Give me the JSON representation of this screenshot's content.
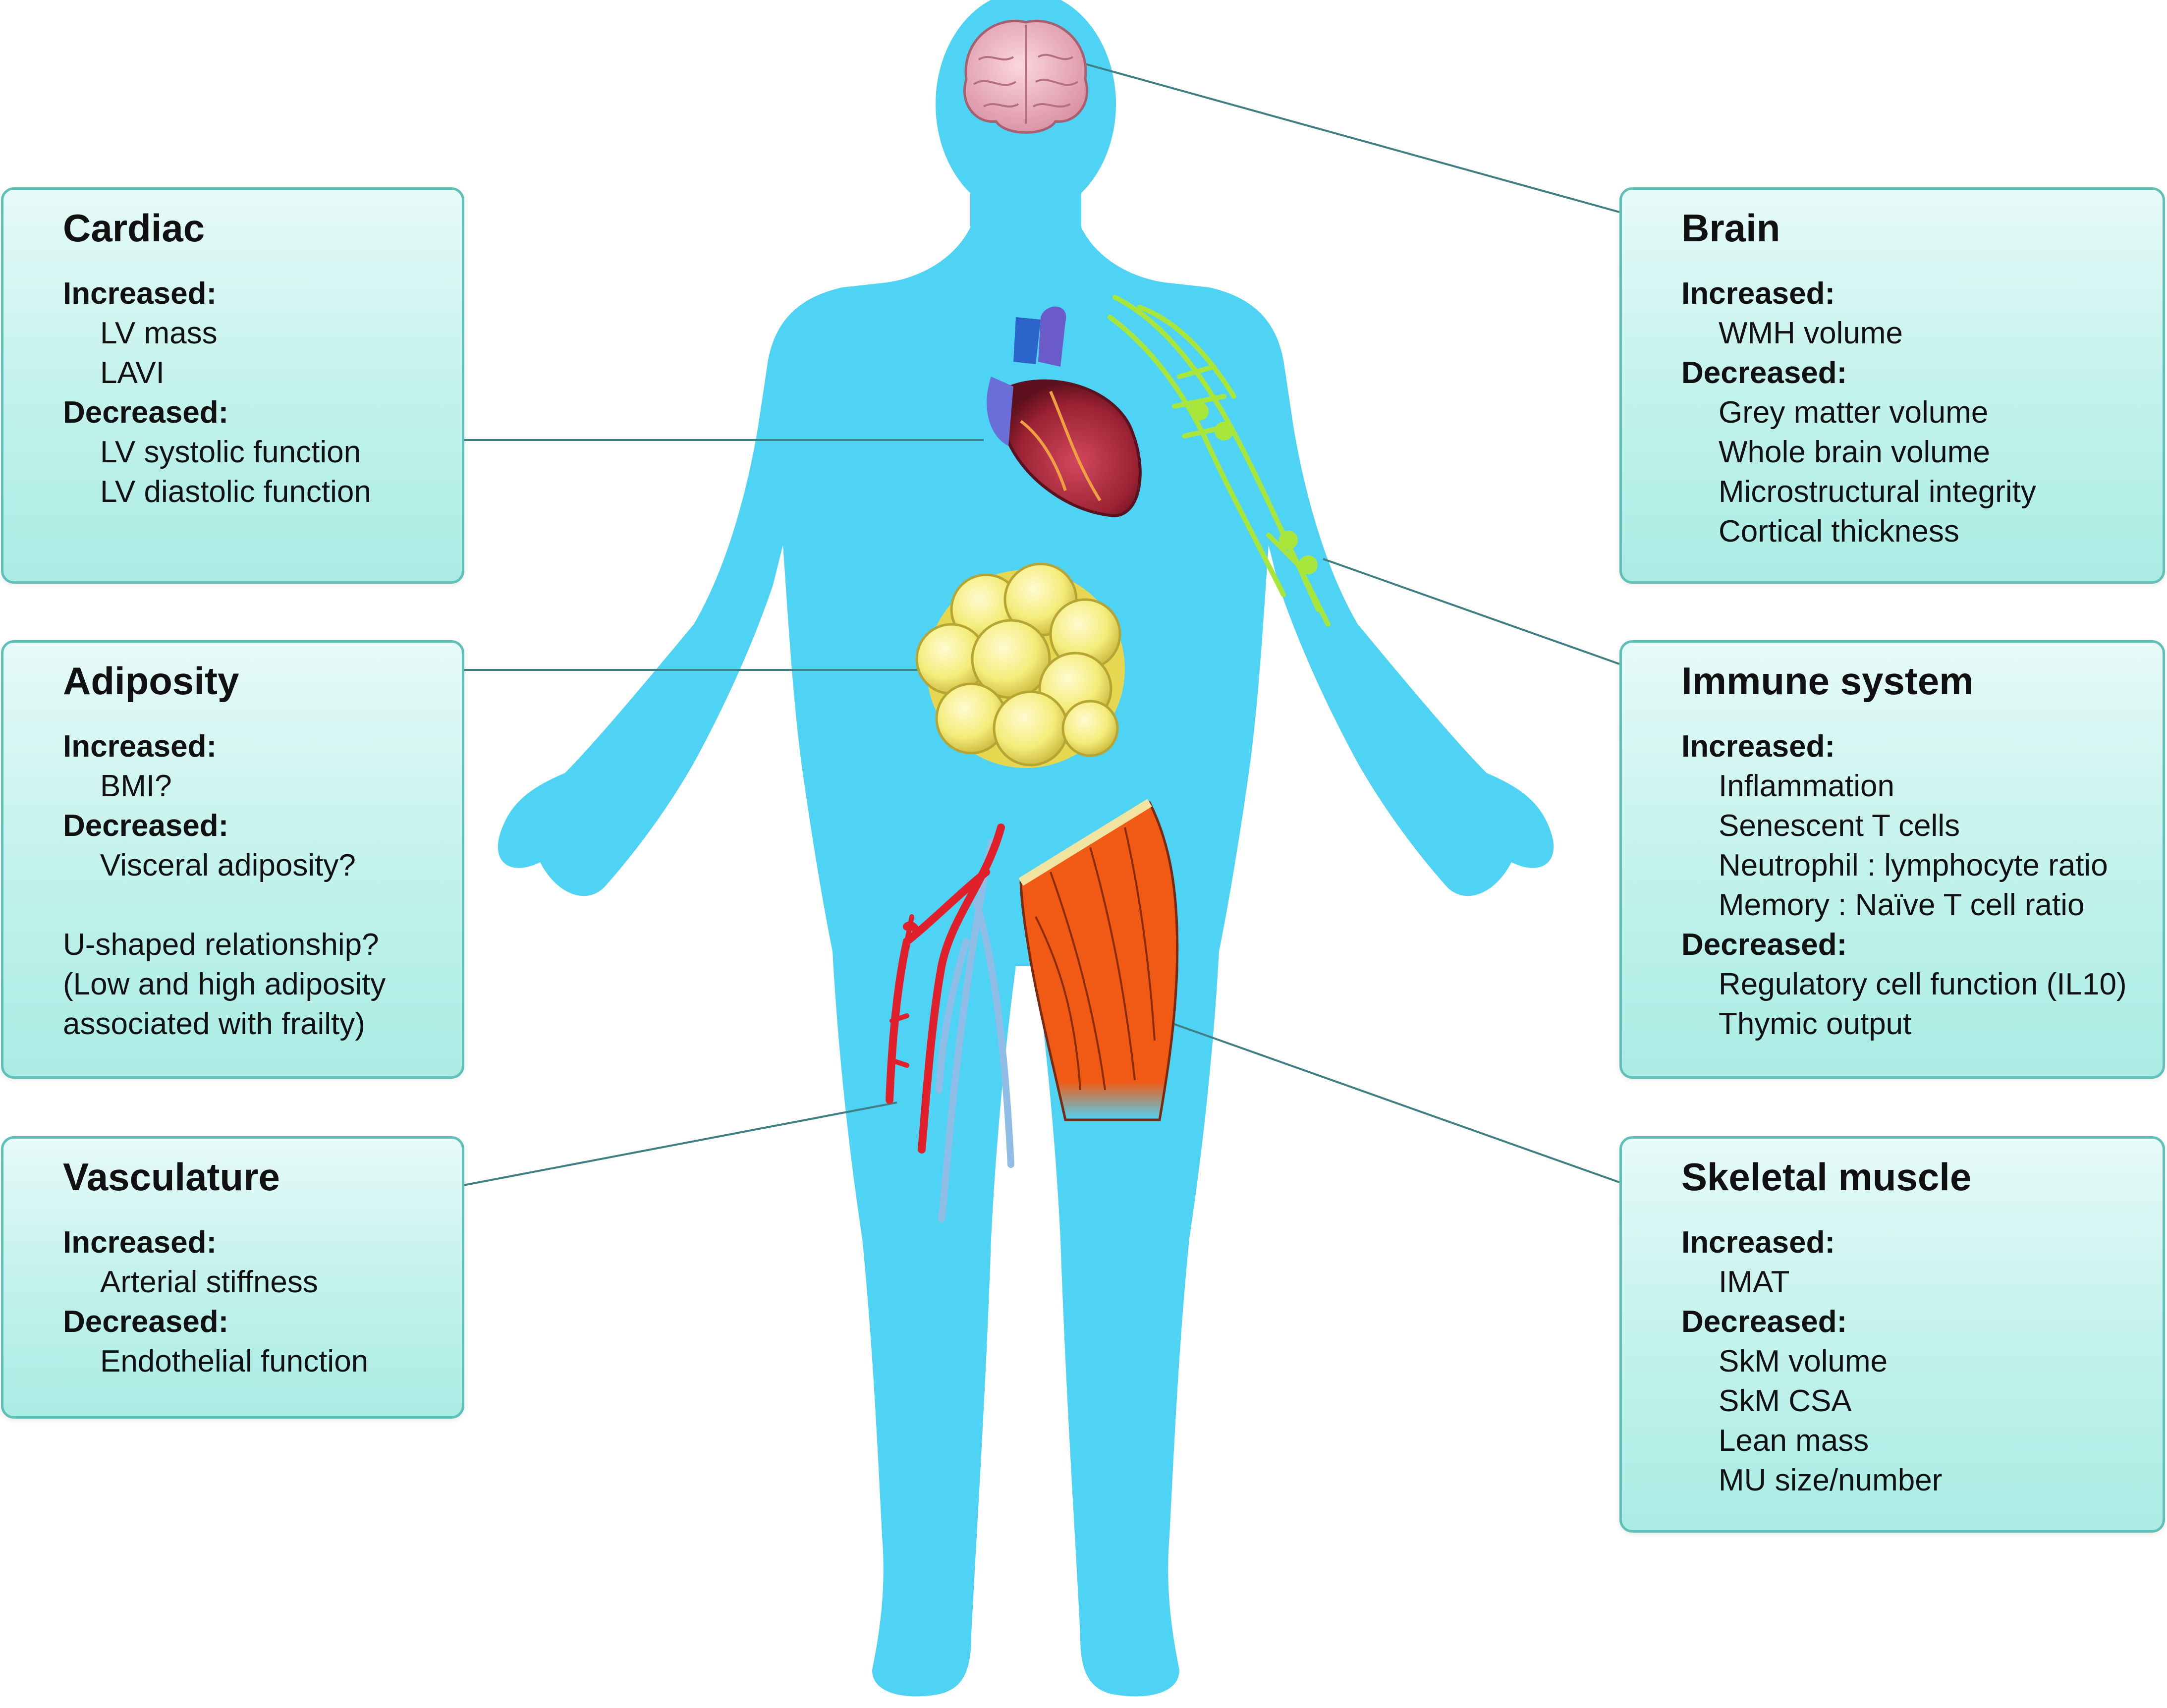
{
  "boxes": {
    "cardiac": {
      "title": "Cardiac",
      "increased_label": "Increased:",
      "increased": [
        "LV mass",
        "LAVI"
      ],
      "decreased_label": "Decreased:",
      "decreased": [
        "LV systolic function",
        "LV diastolic function"
      ]
    },
    "adiposity": {
      "title": "Adiposity",
      "increased_label": "Increased:",
      "increased": [
        "BMI?"
      ],
      "decreased_label": "Decreased:",
      "decreased": [
        "Visceral adiposity?"
      ],
      "note": [
        "U-shaped relationship?",
        "(Low and high adiposity",
        "associated with frailty)"
      ]
    },
    "vasculature": {
      "title": "Vasculature",
      "increased_label": "Increased:",
      "increased": [
        "Arterial stiffness"
      ],
      "decreased_label": "Decreased:",
      "decreased": [
        "Endothelial function"
      ]
    },
    "brain": {
      "title": "Brain",
      "increased_label": "Increased:",
      "increased": [
        "WMH volume"
      ],
      "decreased_label": "Decreased:",
      "decreased": [
        "Grey matter volume",
        "Whole brain volume",
        "Microstructural integrity",
        "Cortical thickness"
      ]
    },
    "immune": {
      "title": "Immune system",
      "increased_label": "Increased:",
      "increased": [
        "Inflammation",
        "Senescent T cells",
        "Neutrophil : lymphocyte ratio",
        "Memory : Naïve T cell ratio"
      ],
      "decreased_label": "Decreased:",
      "decreased": [
        "Regulatory cell function (IL10)",
        "Thymic output"
      ]
    },
    "muscle": {
      "title": "Skeletal muscle",
      "increased_label": "Increased:",
      "increased": [
        "IMAT"
      ],
      "decreased_label": "Decreased:",
      "decreased": [
        "SkM volume",
        "SkM CSA",
        "Lean mass",
        "MU size/number"
      ]
    }
  },
  "colors": {
    "body": "#4fd3f5",
    "box_border": "#5fc0b8",
    "box_fill": "#c9f3ee",
    "connector": "#3e7f86",
    "heart": "#9b2233",
    "fat": "#f2ea6a",
    "muscle": "#f05a14",
    "artery": "#e0202a",
    "vein": "#8fbde6",
    "lymph": "#a8e63c",
    "brain": "#f2b3c4"
  },
  "icons": [
    "brain-icon",
    "heart-icon",
    "lymphatic-icon",
    "fat-cells-icon",
    "blood-vessels-icon",
    "thigh-muscle-icon"
  ]
}
